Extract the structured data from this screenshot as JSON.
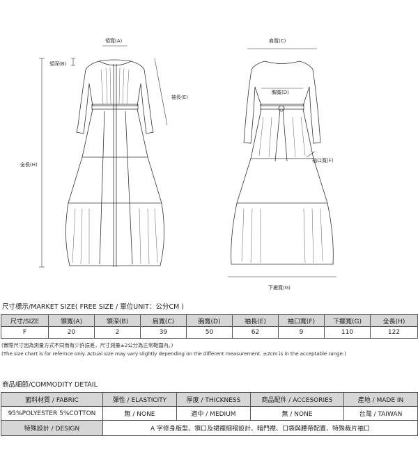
{
  "diagram_labels": {
    "a": "領寬(A)",
    "b": "領深(B)",
    "e": "袖長(E)",
    "h": "全長(H)",
    "c": "肩寬(C)",
    "d": "胸寬(D)",
    "f": "袖口寬(F)",
    "g": "下擺寬(G)"
  },
  "size_section": {
    "title": "尺寸標示/MARKET SIZE( FREE SIZE / 單位UNIT：公分CM )",
    "headers": [
      "尺寸/SIZE",
      "領寬(A)",
      "領深(B)",
      "肩寬(C)",
      "胸寬(D)",
      "袖長(E)",
      "袖口寬(F)",
      "下擺寬(G)",
      "全長(H)"
    ],
    "row": [
      "F",
      "20",
      "2",
      "39",
      "50",
      "62",
      "9",
      "110",
      "122"
    ],
    "note_cn": "(實際尺寸因為測量方式不同而有少許誤差，尺寸測量±2公分為正常範圍內。)",
    "note_en": "(The size chart is for refernce only. Actual size may vary slightly depending on the different measurement. ±2cm is in the acceptable range.)"
  },
  "detail_section": {
    "title": "商品細節/COMMODITY DETAIL",
    "headers": [
      "面料材質 / FABRIC",
      "彈性 / ELASTICITY",
      "厚度 / THICKNESS",
      "商品配件 / ACCESORIES",
      "產地 / MADE IN"
    ],
    "values": [
      "95%POLYESTER 5%COTTON",
      "無 / NONE",
      "適中 / MEDIUM",
      "無 / NONE",
      "台灣 / TAIWAN"
    ],
    "design_label": "特殊設計 / DESIGN",
    "design_value": "A 字修身版型、領口及裙襬細褶設計、暗門襟、口袋與腰帶配置、特殊裁片袖口"
  }
}
